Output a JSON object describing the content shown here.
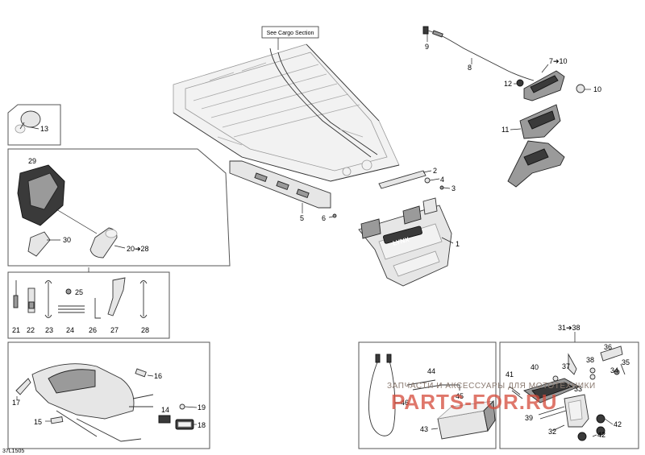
{
  "note": "See Cargo Section",
  "figure_code": "37L1505",
  "callouts": {
    "c1": "1",
    "c2": "2",
    "c3": "3",
    "c4": "4",
    "c5": "5",
    "c6": "6",
    "c7_10": "7➔10",
    "c8": "8",
    "c9": "9",
    "c10": "10",
    "c11": "11",
    "c12": "12",
    "c13": "13",
    "c14": "14",
    "c15": "15",
    "c16": "16",
    "c17": "17",
    "c18": "18",
    "c19": "19",
    "c20_28": "20➔28",
    "c21": "21",
    "c22": "22",
    "c23": "23",
    "c24": "24",
    "c25": "25",
    "c26": "26",
    "c27": "27",
    "c28": "28",
    "c29": "29",
    "c30": "30",
    "c31_38": "31➔38",
    "c32": "32",
    "c33": "33",
    "c34": "34",
    "c35": "35",
    "c36": "36",
    "c37": "37",
    "c38": "38",
    "c39": "39",
    "c40": "40",
    "c41": "41",
    "c42a": "42",
    "c42b": "42",
    "c43": "43",
    "c44": "44",
    "c45": "45",
    "c46": "46"
  },
  "watermark": {
    "text": "ЗАПЧАСТИ И АКСЕССУАРЫ ДЛЯ МОТОТЕХНИКИ",
    "logo": "PARTS-FOR.RU"
  }
}
